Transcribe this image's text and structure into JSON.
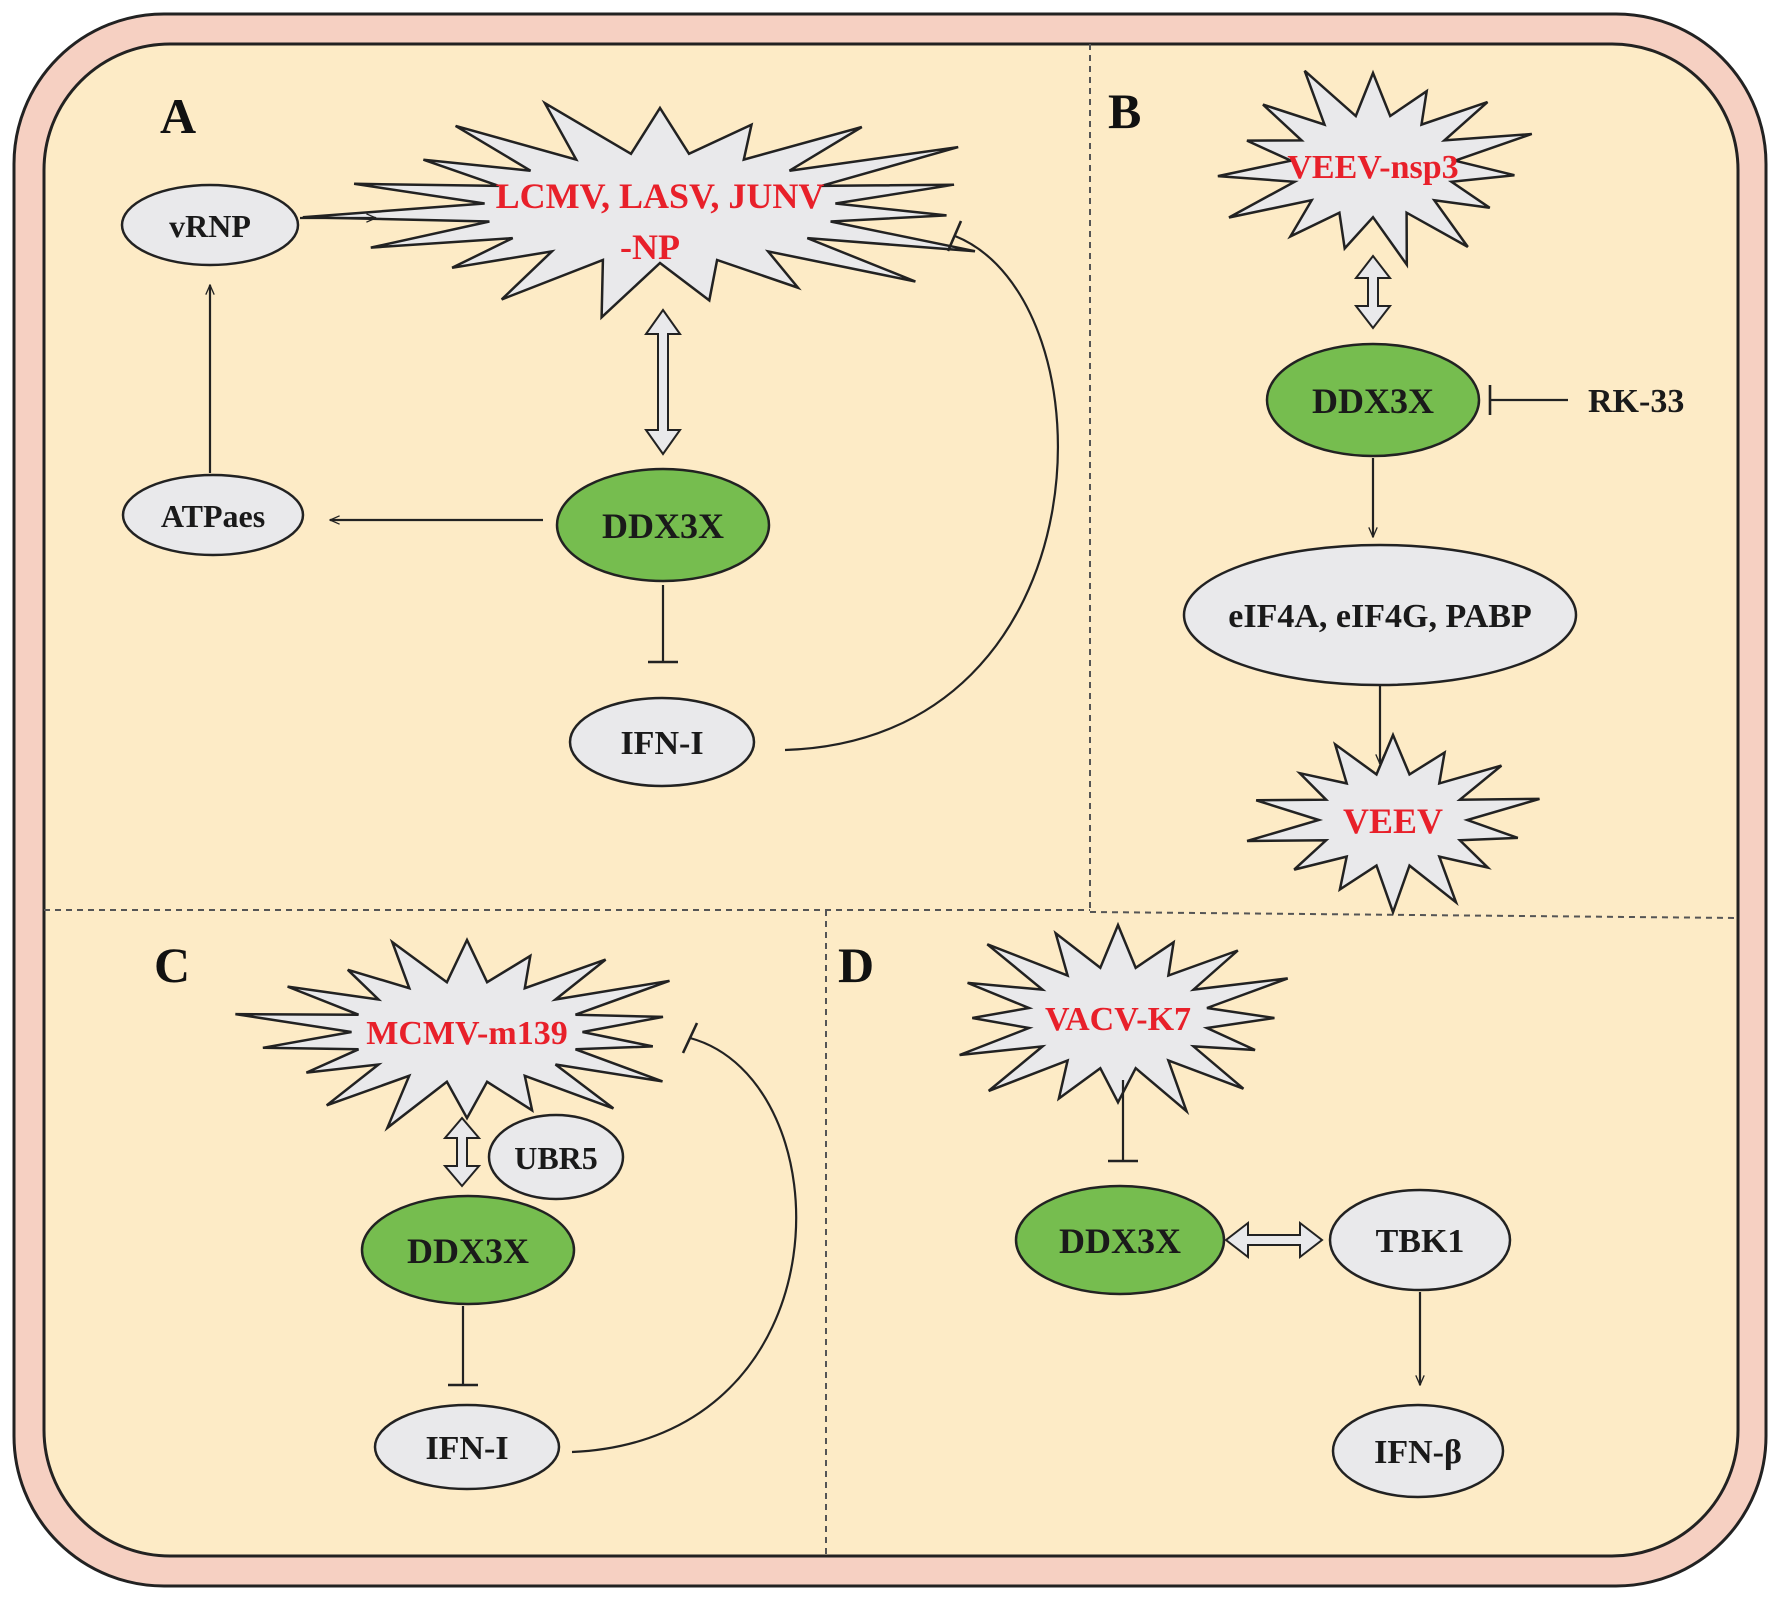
{
  "colors": {
    "membrane": "#f6d0c2",
    "cytoplasm": "#fdebc6",
    "outline": "#222222",
    "node_gray": "#e9e9eb",
    "node_green": "#76bd4f",
    "viral_text": "#e8202a",
    "host_text": "#1a1a1a"
  },
  "panels": {
    "A": {
      "letter": "A",
      "virus": {
        "line1": "LCMV, LASV, JUNV",
        "line2": "-NP"
      },
      "vrnp": "vRNP",
      "atpase": "ATPaes",
      "ddx3x": "DDX3X",
      "ifn": "IFN-I"
    },
    "B": {
      "letter": "B",
      "virus_protein": "VEEV-nsp3",
      "ddx3x": "DDX3X",
      "inhibitor": "RK-33",
      "factors": "eIF4A, eIF4G, PABP",
      "virus": "VEEV"
    },
    "C": {
      "letter": "C",
      "virus": "MCMV-m139",
      "ubr5": "UBR5",
      "ddx3x": "DDX3X",
      "ifn": "IFN-I"
    },
    "D": {
      "letter": "D",
      "virus": "VACV-K7",
      "ddx3x": "DDX3X",
      "tbk1": "TBK1",
      "ifnb": "IFN-β"
    }
  }
}
